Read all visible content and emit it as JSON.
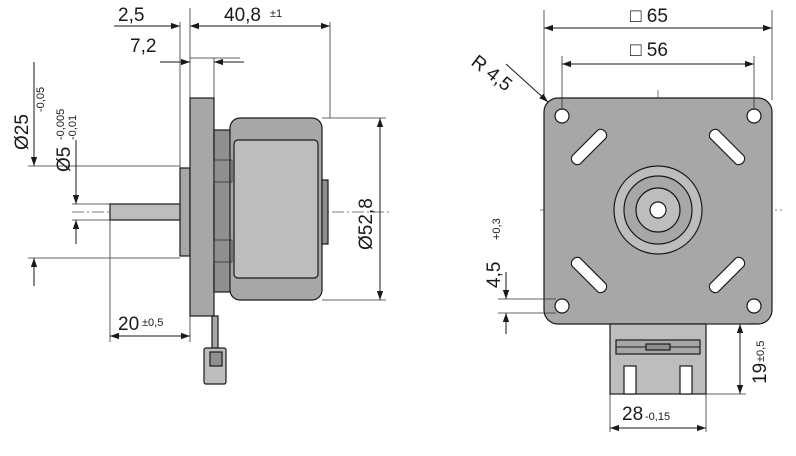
{
  "side_view": {
    "flange_thickness": "2,5",
    "body_length": "40,8",
    "body_length_tol": "±1",
    "shaft_offset": "7,2",
    "outer_diameter": "Ø25",
    "outer_diameter_tol": "-0,05",
    "shaft_diameter": "Ø5",
    "shaft_diameter_tol_upper": "-0,005",
    "shaft_diameter_tol_lower": "-0,01",
    "motor_diameter": "Ø52,8",
    "shaft_length": "20",
    "shaft_length_tol": "±0,5"
  },
  "front_view": {
    "outer_square": "□ 65",
    "hole_square": "□ 56",
    "corner_radius": "R 4,5",
    "hole_diameter": "4,5",
    "hole_diameter_tol": "+0,3",
    "connector_height": "19",
    "connector_height_tol": "±0,5",
    "connector_width": "28",
    "connector_width_tol": "-0,15"
  }
}
